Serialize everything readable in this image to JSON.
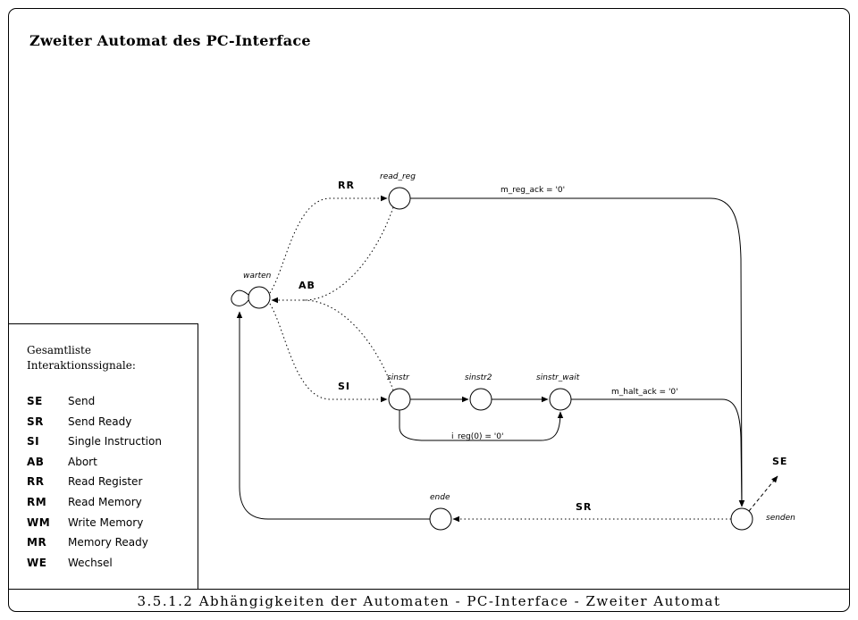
{
  "title": "Zweiter Automat des PC-Interface",
  "footer": "3.5.1.2 Abhängigkeiten der Automaten - PC-Interface - Zweiter Automat",
  "legend": {
    "heading_line1": "Gesamtliste",
    "heading_line2": "Interaktionssignale:",
    "items": [
      {
        "code": "SE",
        "label": "Send"
      },
      {
        "code": "SR",
        "label": "Send Ready"
      },
      {
        "code": "SI",
        "label": "Single Instruction"
      },
      {
        "code": "AB",
        "label": "Abort"
      },
      {
        "code": "RR",
        "label": "Read Register"
      },
      {
        "code": "RM",
        "label": "Read Memory"
      },
      {
        "code": "WM",
        "label": "Write Memory"
      },
      {
        "code": "MR",
        "label": "Memory Ready"
      },
      {
        "code": "WE",
        "label": "Wechsel"
      }
    ]
  },
  "states": {
    "warten": "warten",
    "read_reg": "read_reg",
    "sinstr": "sinstr",
    "sinstr2": "sinstr2",
    "sinstr_wait": "sinstr_wait",
    "senden": "senden",
    "ende": "ende"
  },
  "edges": {
    "rr": "RR",
    "ab": "AB",
    "si": "SI",
    "sr": "SR",
    "se": "SE"
  },
  "conditions": {
    "m_reg_ack": "m_reg_ack = '0'",
    "m_halt_ack": "m_halt_ack = '0'",
    "i_reg": "i_reg(0) = '0'"
  }
}
